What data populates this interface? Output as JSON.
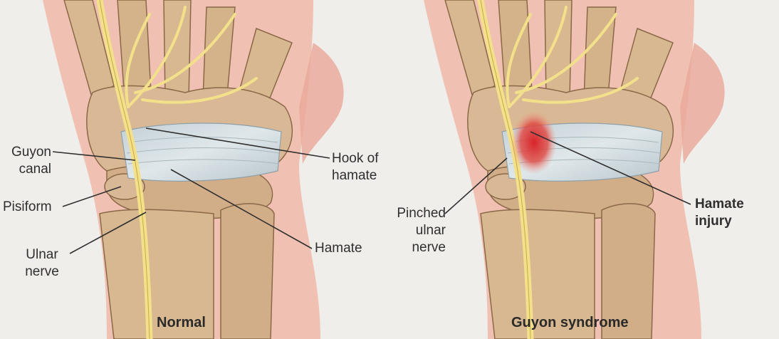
{
  "panels": {
    "normal": {
      "caption": "Normal",
      "labels": {
        "guyon": [
          "Guyon",
          "canal"
        ],
        "pisiform": "Pisiform",
        "ulnar": [
          "Ulnar",
          "nerve"
        ],
        "hook": [
          "Hook of",
          "hamate"
        ],
        "hamate": "Hamate"
      }
    },
    "guyon_syndrome": {
      "caption": "Guyon syndrome",
      "labels": {
        "pinched": [
          "Pinched",
          "ulnar",
          "nerve"
        ],
        "hamate_injury": [
          "Hamate",
          "injury"
        ]
      }
    }
  },
  "colors": {
    "background": "#efeeea",
    "skin": "#f0b8a8",
    "bone": "#d8b890",
    "nerve": "#f3e08a",
    "ligament": "#cdd8dc",
    "injury": "#d8242a"
  }
}
